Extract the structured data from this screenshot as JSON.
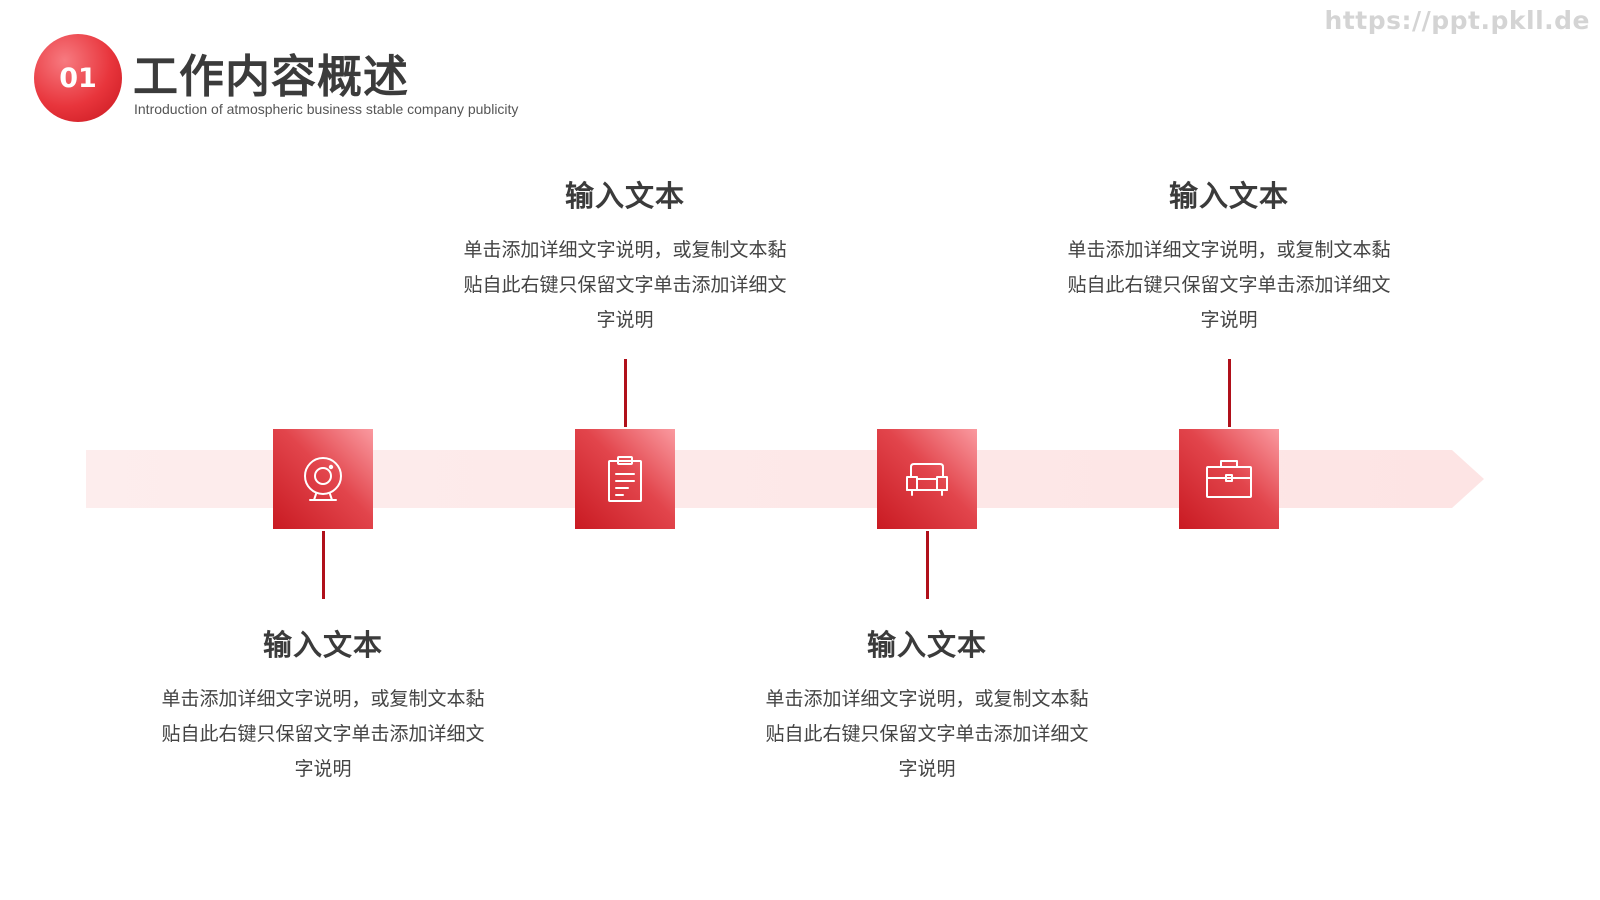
{
  "watermark": "https://ppt.pkll.de",
  "header": {
    "number": "01",
    "title": "工作内容概述",
    "subtitle": "Introduction of atmospheric business stable company publicity"
  },
  "colors": {
    "accent": "#e8353c",
    "accent_dark": "#c91a22",
    "band": "#fde6e6",
    "connector": "#b0101a",
    "text": "#3b3b3b"
  },
  "steps": [
    {
      "icon": "webcam-icon",
      "title": "输入文本",
      "description": "单击添加详细文字说明，或复制文本黏贴自此右键只保留文字单击添加详细文字说明"
    },
    {
      "icon": "clipboard-icon",
      "title": "输入文本",
      "description": "单击添加详细文字说明，或复制文本黏贴自此右键只保留文字单击添加详细文字说明"
    },
    {
      "icon": "sofa-icon",
      "title": "输入文本",
      "description": "单击添加详细文字说明，或复制文本黏贴自此右键只保留文字单击添加详细文字说明"
    },
    {
      "icon": "briefcase-icon",
      "title": "输入文本",
      "description": "单击添加详细文字说明，或复制文本黏贴自此右键只保留文字单击添加详细文字说明"
    }
  ]
}
